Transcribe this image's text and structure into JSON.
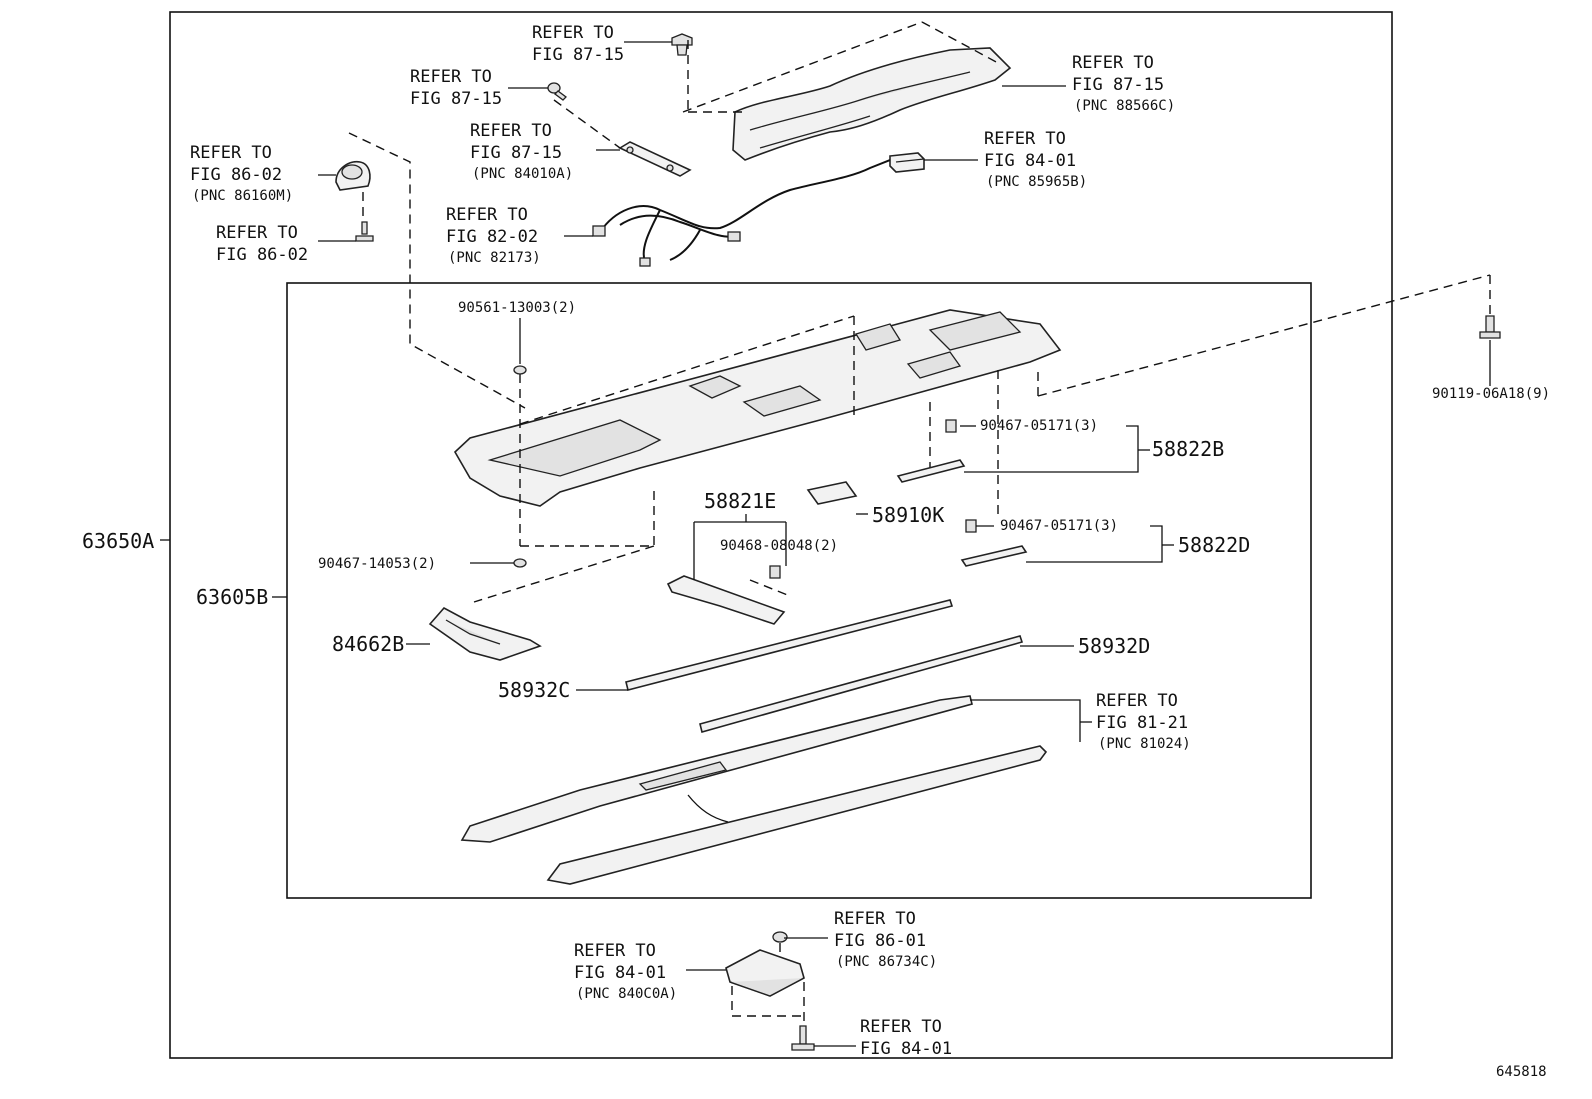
{
  "diagram_id": "645818",
  "assembly_labels": {
    "outer": "63650A",
    "inner": "63605B"
  },
  "refer_to": {
    "top_clip": {
      "l1": "REFER TO",
      "l2": "FIG 87-15"
    },
    "top_screw": {
      "l1": "REFER TO",
      "l2": "FIG 87-15"
    },
    "top_trim": {
      "l1": "REFER TO",
      "l2": "FIG 87-15",
      "pnc": "(PNC 88566C)"
    },
    "bracket": {
      "l1": "REFER TO",
      "l2": "FIG 87-15",
      "pnc": "(PNC 84010A)"
    },
    "module_top": {
      "l1": "REFER TO",
      "l2": "FIG 84-01",
      "pnc": "(PNC 85965B)"
    },
    "speaker": {
      "l1": "REFER TO",
      "l2": "FIG 86-02",
      "pnc": "(PNC 86160M)"
    },
    "speaker_screw": {
      "l1": "REFER TO",
      "l2": "FIG 86-02"
    },
    "wire": {
      "l1": "REFER TO",
      "l2": "FIG 82-02",
      "pnc": "(PNC 82173)"
    },
    "lamp": {
      "l1": "REFER TO",
      "l2": "FIG 81-21",
      "pnc": "(PNC 81024)"
    },
    "nut_bottom": {
      "l1": "REFER TO",
      "l2": "FIG 86-01",
      "pnc": "(PNC 86734C)"
    },
    "ecu_bottom": {
      "l1": "REFER TO",
      "l2": "FIG 84-01",
      "pnc": "(PNC 840C0A)"
    },
    "screw_bottom": {
      "l1": "REFER TO",
      "l2": "FIG 84-01"
    }
  },
  "parts": {
    "p90561": "90561-13003(2)",
    "p90119": "90119-06A18(9)",
    "p90467a": "90467-05171(3)",
    "p58822B": "58822B",
    "p58821E": "58821E",
    "p58910K": "58910K",
    "p90468": "90468-08048(2)",
    "p90467b": "90467-05171(3)",
    "p58822D": "58822D",
    "p90467c": "90467-14053(2)",
    "p84662B": "84662B",
    "p58932D": "58932D",
    "p58932C": "58932C"
  }
}
